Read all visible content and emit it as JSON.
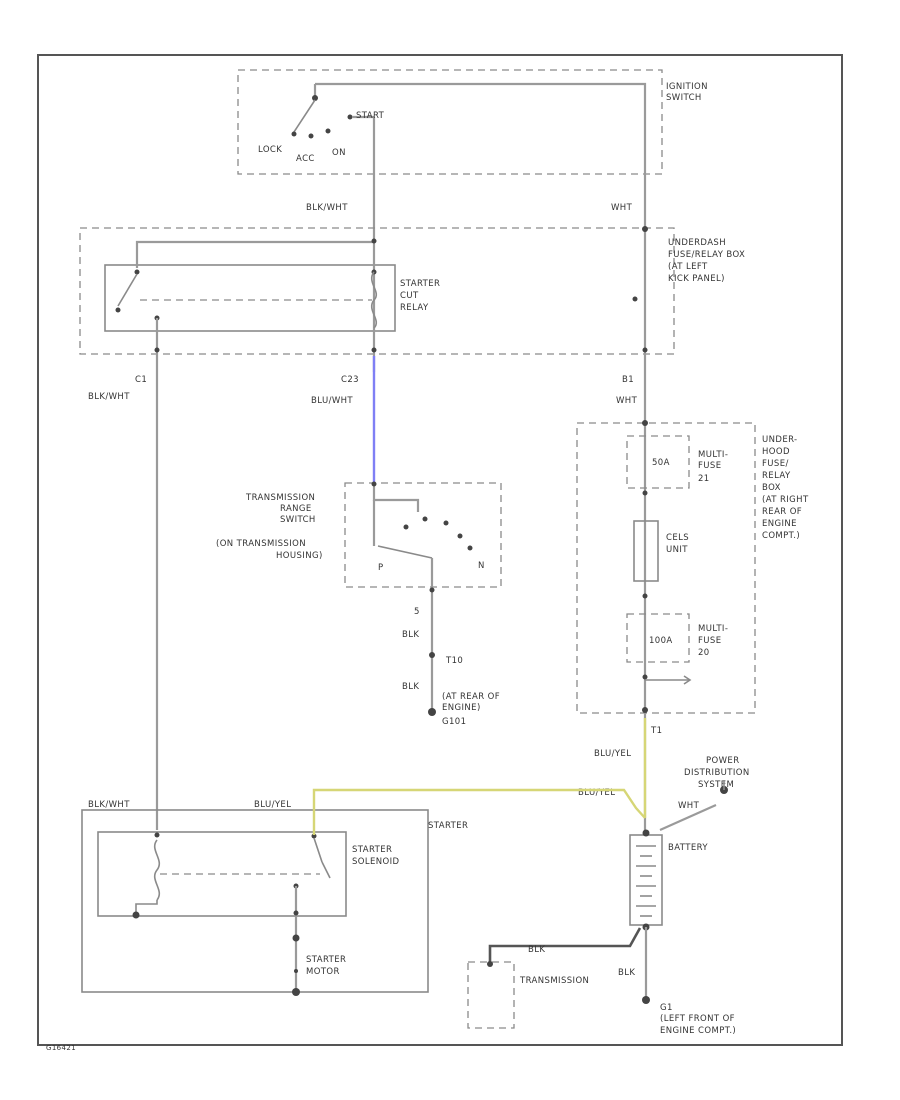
{
  "labels": {
    "ign_switch": [
      "IGNITION",
      "SWITCH"
    ],
    "lock": "LOCK",
    "acc": "ACC",
    "on": "ON",
    "start": "START",
    "blk_wht_top": "BLK/WHT",
    "wht_top": "WHT",
    "underdash": [
      "UNDERDASH",
      "FUSE/RELAY BOX",
      "(AT LEFT",
      "KICK PANEL)"
    ],
    "starter_cut_relay": [
      "STARTER",
      "CUT",
      "RELAY"
    ],
    "c1": "C1",
    "c23": "C23",
    "b1": "B1",
    "blk_wht_left": "BLK/WHT",
    "blu_wht": "BLU/WHT",
    "wht_mid": "WHT",
    "trs": [
      "TRANSMISSION",
      "RANGE",
      "SWITCH",
      "(ON TRANSMISSION",
      "HOUSING)"
    ],
    "trs_p": "P",
    "trs_n": "N",
    "trs_5": "5",
    "blk1": "BLK",
    "t10": "T10",
    "blk2": "BLK",
    "g101": [
      "(AT REAR OF",
      "ENGINE)",
      "G101"
    ],
    "underhood": [
      "UNDER-",
      "HOOD",
      "FUSE/",
      "RELAY",
      "BOX",
      "(AT RIGHT",
      "REAR OF",
      "ENGINE",
      "COMPT.)"
    ],
    "fuse1_amp": "50A",
    "fuse1_name": [
      "MULTI-",
      "FUSE",
      "21"
    ],
    "cels": [
      "CELS",
      "UNIT"
    ],
    "fuse2_amp": "100A",
    "fuse2_name": [
      "MULTI-",
      "FUSE",
      "20"
    ],
    "t1": "T1",
    "blu_yel_right": "BLU/YEL",
    "power_dist": [
      "POWER",
      "DISTRIBUTION",
      "SYSTEM"
    ],
    "wht_battery": "WHT",
    "battery": "BATTERY",
    "blk_bottom": "BLK",
    "blk_bottom2": "BLK",
    "transmission": "TRANSMISSION",
    "g1": [
      "G1",
      "(LEFT FRONT OF",
      "ENGINE COMPT.)"
    ],
    "blk_wht_starter": "BLK/WHT",
    "blu_yel_starter": "BLU/YEL",
    "blu_yel_mid": "BLU/YEL",
    "starter": "STARTER",
    "starter_solenoid": [
      "STARTER",
      "SOLENOID"
    ],
    "starter_motor": [
      "STARTER",
      "MOTOR"
    ],
    "diagram_id": "G16421"
  },
  "colors": {
    "wire_gray": "#9a9a9a",
    "wire_blue": "#7f7ff5",
    "wire_yellow": "#d6d676",
    "frame": "#555555",
    "text": "#333333"
  }
}
